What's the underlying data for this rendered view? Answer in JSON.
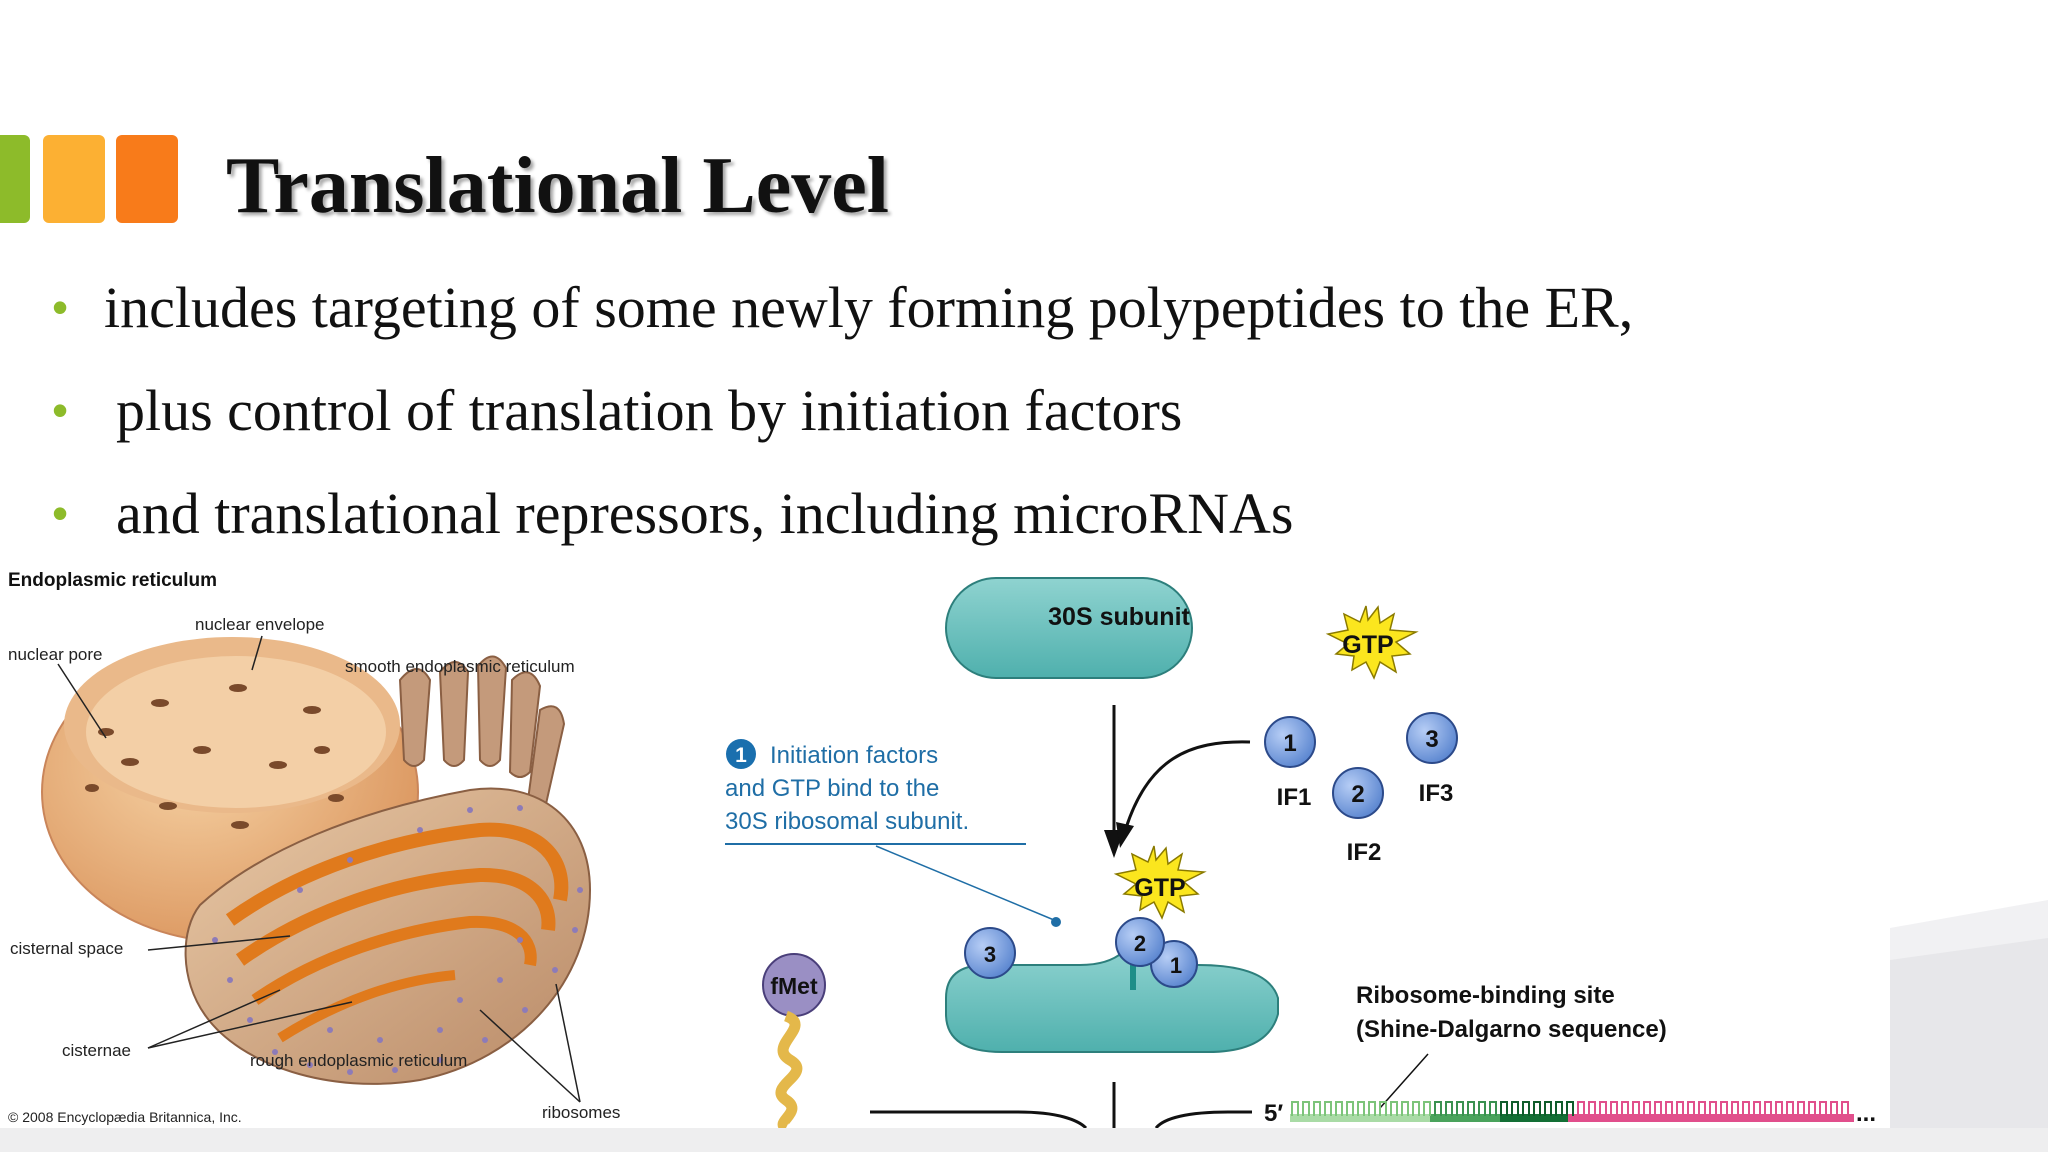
{
  "slide": {
    "title": "Translational Level",
    "accent_colors": [
      "#8dbb2a",
      "#fcb033",
      "#f87b1a"
    ],
    "bullet_color": "#8dbb2a",
    "bullet_char": "•",
    "bullets": [
      "includes targeting of some newly forming polypeptides to the ER,",
      "plus control of translation by initiation factors",
      "and translational repressors, including microRNAs"
    ]
  },
  "er_figure": {
    "title": "Endoplasmic reticulum",
    "labels": {
      "nuclear_envelope": "nuclear envelope",
      "nuclear_pore": "nuclear pore",
      "smooth_er": "smooth endoplasmic reticulum",
      "cisternal_space": "cisternal space",
      "cisternae": "cisternae",
      "rough_er": "rough endoplasmic reticulum",
      "ribosomes": "ribosomes"
    },
    "copyright": "© 2008 Encyclopædia Britannica, Inc."
  },
  "translation_figure": {
    "subunit_label": "30S subunit",
    "gtp": "GTP",
    "step_number": "1",
    "step_lines": [
      "Initiation factors",
      "and GTP bind to the",
      "30S ribosomal subunit."
    ],
    "factors": [
      {
        "num": "1",
        "label": "IF1"
      },
      {
        "num": "2",
        "label": "IF2"
      },
      {
        "num": "3",
        "label": "IF3"
      }
    ],
    "fmet": "fMet",
    "rbs_line1": "Ribosome-binding site",
    "rbs_line2": "(Shine-Dalgarno sequence)",
    "five_prime": "5′",
    "ellipsis": "..."
  }
}
